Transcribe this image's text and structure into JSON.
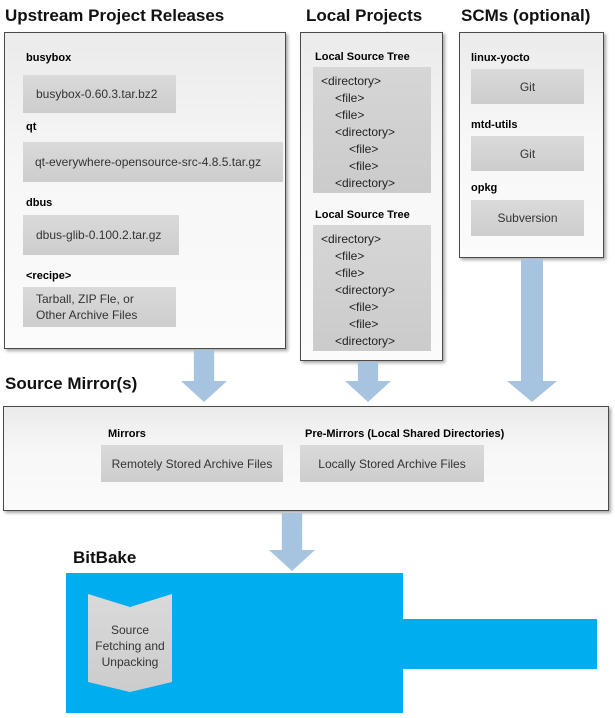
{
  "colors": {
    "bitbake_blue": "#00aeef",
    "arrow_blue": "#a6c3e0",
    "panel_gray": "#d4d4d4"
  },
  "upstream": {
    "title": "Upstream Project Releases",
    "entries": [
      {
        "name": "busybox",
        "artifact": "busybox-0.60.3.tar.bz2"
      },
      {
        "name": "qt",
        "artifact": "qt-everywhere-opensource-src-4.8.5.tar.gz"
      },
      {
        "name": "dbus",
        "artifact": "dbus-glib-0.100.2.tar.gz"
      },
      {
        "name": "<recipe>",
        "artifact": "Tarball, ZIP Fle, or\nOther Archive Files"
      }
    ]
  },
  "local_projects": {
    "title": "Local Projects",
    "tree_label_1": "Local Source Tree",
    "tree_label_2": "Local Source Tree",
    "tree_lines": [
      "<directory>",
      "<file>",
      "<file>",
      "<directory>",
      "<file>",
      "<file>",
      "<directory>"
    ]
  },
  "scms": {
    "title": "SCMs (optional)",
    "entries": [
      {
        "name": "linux-yocto",
        "scm": "Git"
      },
      {
        "name": "mtd-utils",
        "scm": "Git"
      },
      {
        "name": "opkg",
        "scm": "Subversion"
      }
    ]
  },
  "source_mirrors": {
    "title": "Source Mirror(s)",
    "mirrors_label": "Mirrors",
    "mirrors_box": "Remotely Stored Archive Files",
    "premirrors_label": "Pre-Mirrors (Local Shared Directories)",
    "premirrors_box": "Locally Stored Archive Files"
  },
  "bitbake": {
    "title": "BitBake",
    "task": "Source\nFetching and\nUnpacking"
  }
}
